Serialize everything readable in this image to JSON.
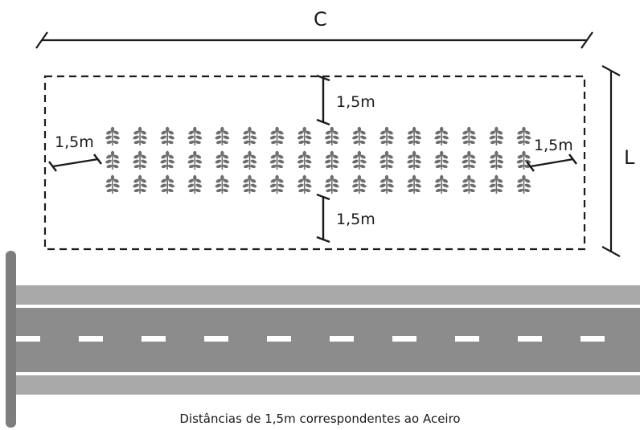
{
  "labels": {
    "length": "C",
    "width": "L",
    "gap_top": "1,5m",
    "gap_bottom": "1,5m",
    "gap_left": "1,5m",
    "gap_right": "1,5m"
  },
  "caption": "Distâncias de 1,5m correspondentes ao Aceiro",
  "plants": {
    "columns": 16,
    "rows": 3,
    "icon": "plant-icon"
  },
  "colors": {
    "ink": "#1a1a1a",
    "plant": "#6e6e6e",
    "road_asphalt": "#8c8c8c",
    "road_shoulder": "#a8a8a8",
    "road_marking": "#ffffff",
    "post": "#7d7d7d"
  }
}
